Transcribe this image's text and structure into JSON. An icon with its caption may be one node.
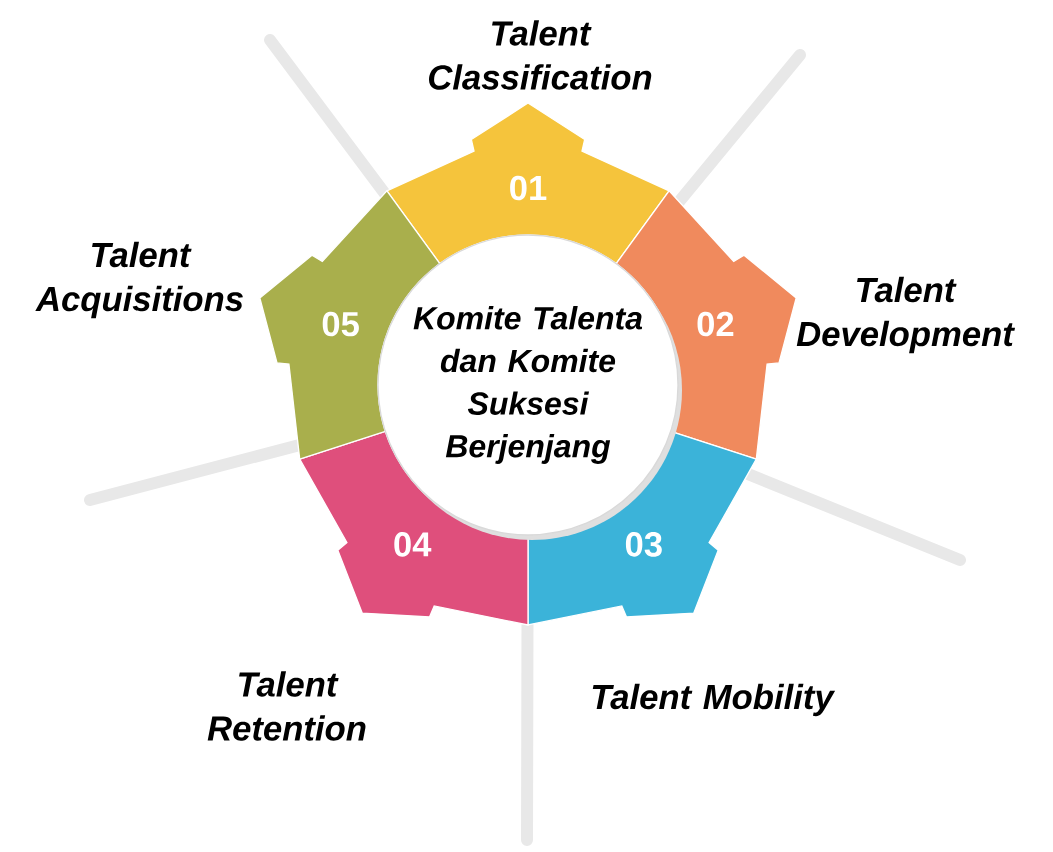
{
  "diagram": {
    "nodes": [
      {
        "text": [
          "Komite Talenta dan Komite Suksesi Berjenjang"
        ]
      },
      {
        "text": [
          "01"
        ],
        "beside": [
          "Talent Classification"
        ]
      },
      {
        "text": [
          "02"
        ],
        "beside": [
          "Talent Development"
        ]
      },
      {
        "text": [
          "03"
        ],
        "beside": [
          "Talent Mobility"
        ]
      },
      {
        "text": [
          "04"
        ],
        "beside": [
          "Talent Retention"
        ]
      },
      {
        "text": [
          "05"
        ],
        "beside": [
          "Talent Acquisitions"
        ]
      }
    ]
  }
}
